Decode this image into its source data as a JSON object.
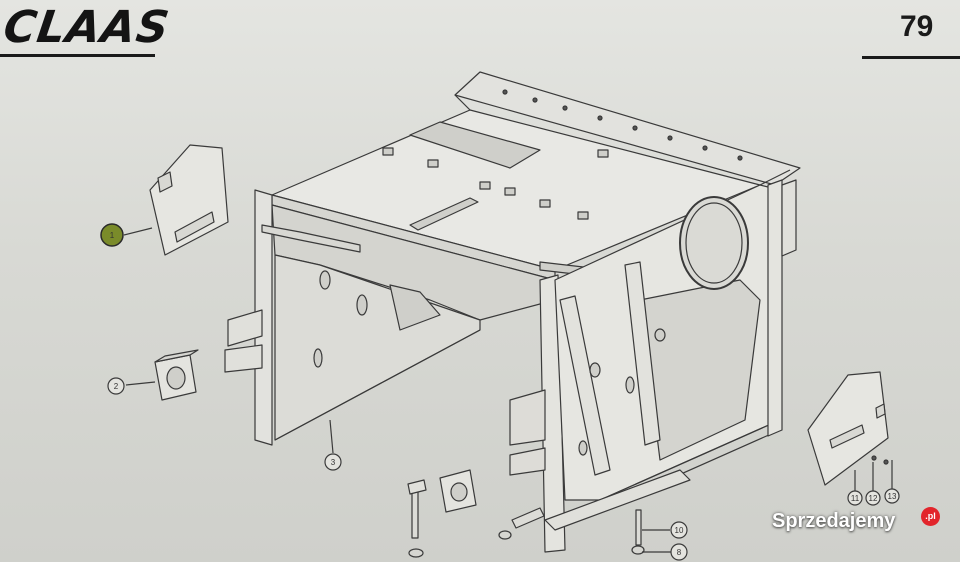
{
  "header": {
    "brand": "CLAAS",
    "page_number": "79"
  },
  "callouts": [
    {
      "id": "part-1",
      "label": "1",
      "highlighted": true
    },
    {
      "id": "part-2",
      "label": "2"
    },
    {
      "id": "part-3",
      "label": "3"
    },
    {
      "id": "part-8",
      "label": "8"
    },
    {
      "id": "part-10",
      "label": "10"
    },
    {
      "id": "part-11",
      "label": "11"
    },
    {
      "id": "part-12",
      "label": "12"
    },
    {
      "id": "part-13",
      "label": "13"
    }
  ],
  "watermark": {
    "text": "Sprzedajemy",
    "badge": ".pl"
  },
  "colors": {
    "paper": "#d9dad6",
    "ink": "#1a1a1a",
    "highlight": "#7a8b2a",
    "watermark_badge": "#e2252b"
  }
}
